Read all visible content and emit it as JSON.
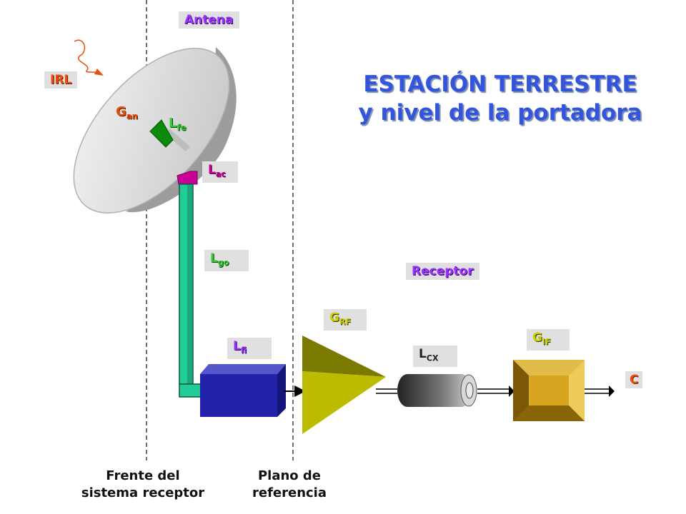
{
  "title": {
    "line1": "ESTACIÓN TERRESTRE",
    "line2": "y nivel de la portadora"
  },
  "labels": {
    "antena": "Antena",
    "receptor": "Receptor",
    "irl": "IRL",
    "c": "C",
    "g_an": {
      "main": "G",
      "sub": "an"
    },
    "l_fe": {
      "main": "L",
      "sub": "fe"
    },
    "l_ac": {
      "main": "L",
      "sub": "ac"
    },
    "l_go": {
      "main": "L",
      "sub": "go"
    },
    "l_fi": {
      "main": "L",
      "sub": "fi"
    },
    "g_rf": {
      "main": "G",
      "sub": "RF"
    },
    "l_cx": {
      "main": "L",
      "sub": "CX"
    },
    "g_if": {
      "main": "G",
      "sub": "IF"
    }
  },
  "footer": {
    "frente_line1": "Frente del",
    "frente_line2": "sistema receptor",
    "plano_line1": "Plano de",
    "plano_line2": "referencia"
  },
  "colors": {
    "title": "#3355dd",
    "purple_label": "#9b33ff",
    "red_label": "#e8500a",
    "green_label": "#33cc33",
    "magenta_label": "#cc0099",
    "yellow_label": "#cccc00",
    "waveguide": "#22cc99",
    "filter_block": "#2222aa",
    "rf_amplifier": "#bbbb00",
    "if_amplifier": "#b8860b"
  }
}
